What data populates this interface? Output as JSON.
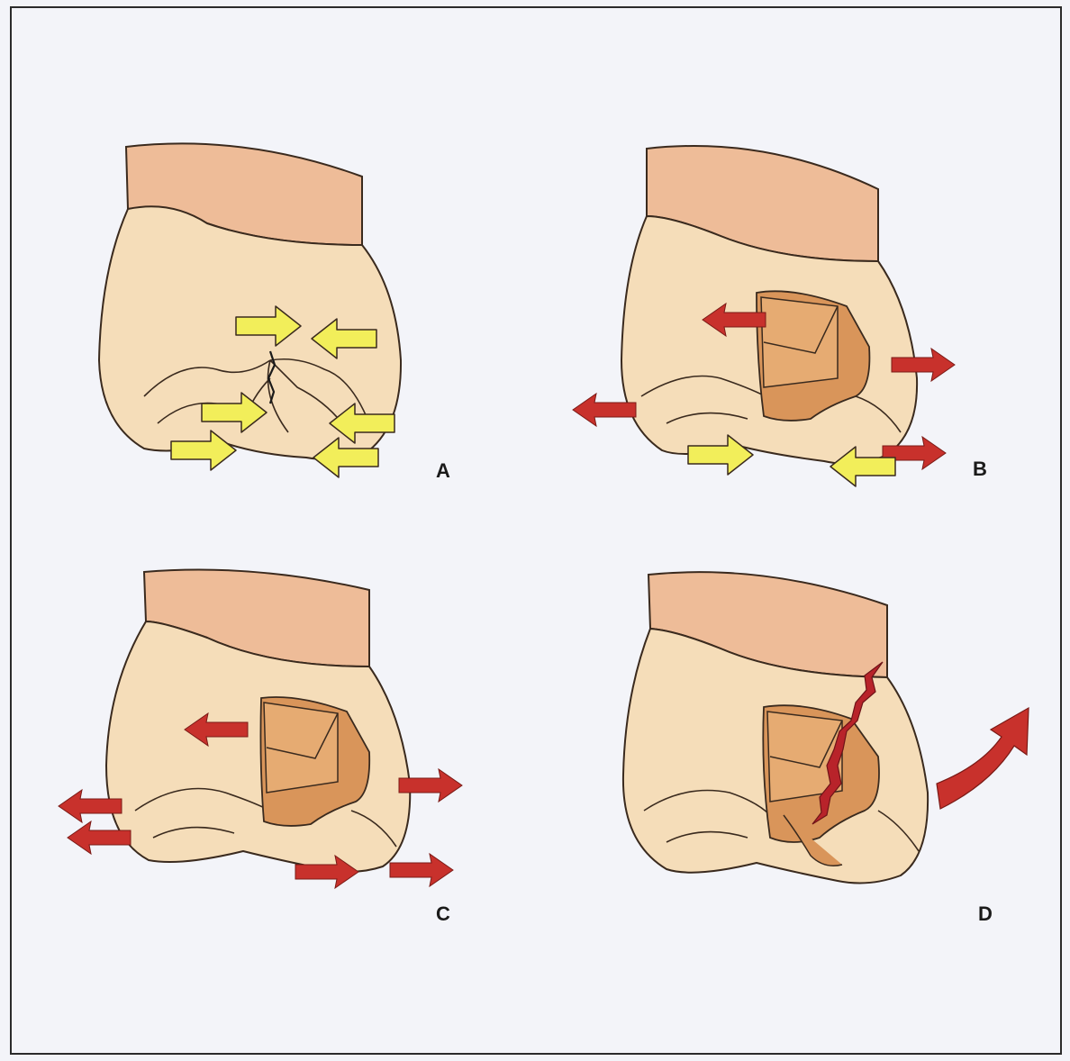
{
  "figure": {
    "panels": [
      {
        "id": "A",
        "label": "A",
        "forces": "compression",
        "arrow_color": "yellow"
      },
      {
        "id": "B",
        "label": "B",
        "forces": "tension-and-compression",
        "arrow_color": "red"
      },
      {
        "id": "C",
        "label": "C",
        "forces": "tension",
        "arrow_color": "red"
      },
      {
        "id": "D",
        "label": "D",
        "forces": "fracture",
        "arrow_color": "red"
      }
    ]
  },
  "colors": {
    "background": "#f3f4f9",
    "frame": "#2b2b2b",
    "gum": "#eebc98",
    "tooth": "#f5ddb9",
    "restoration": "#d9955a",
    "restoration_light": "#e6ab72",
    "outline": "#3a2a1e",
    "compression_arrow": "#f2ee5a",
    "tension_arrow": "#c8312c",
    "fracture": "#b8232a"
  }
}
